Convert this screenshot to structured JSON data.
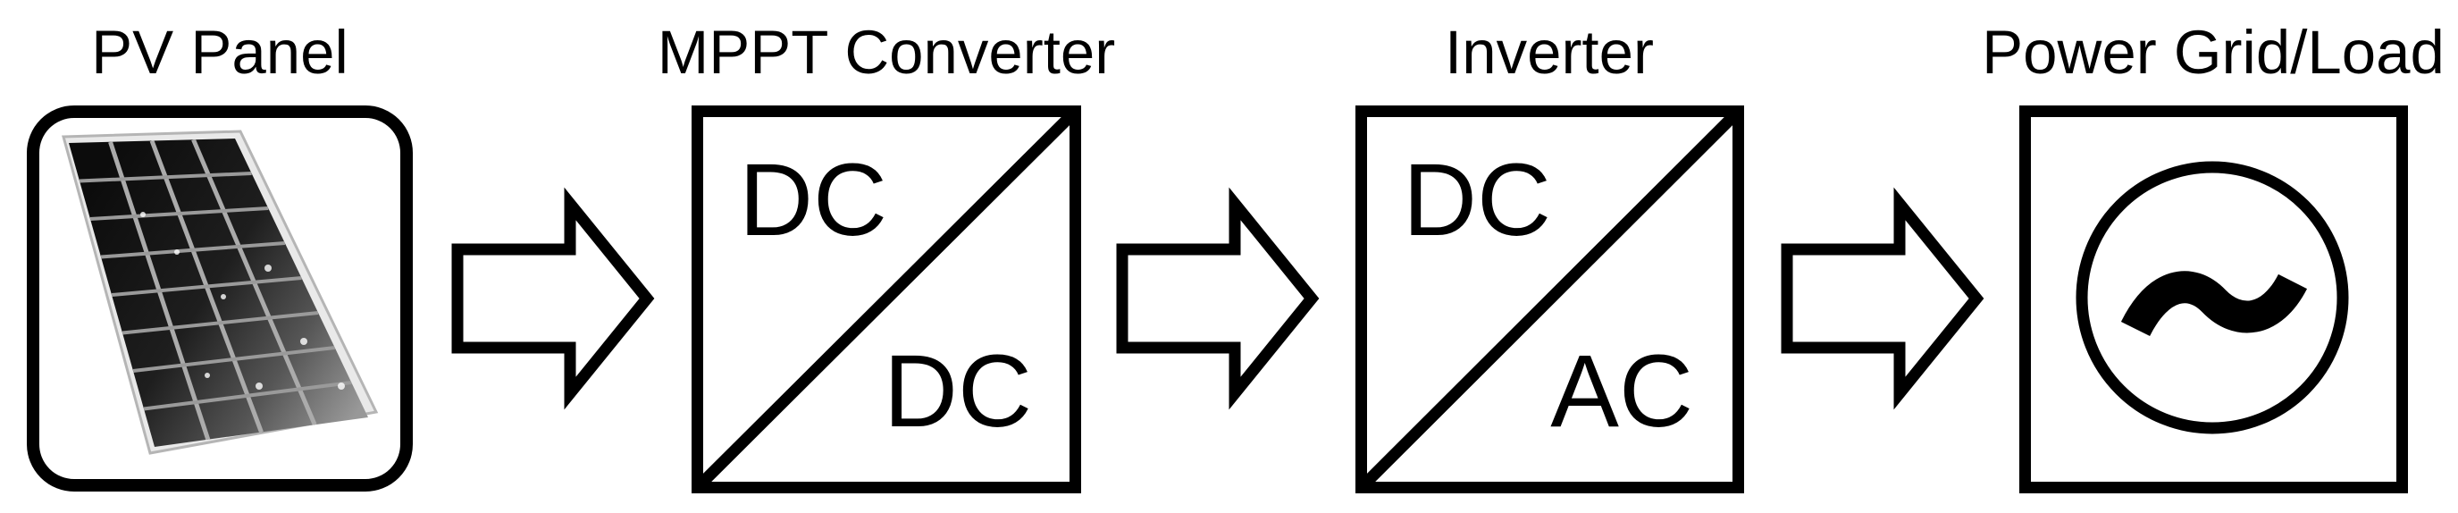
{
  "diagram": {
    "type": "block-flow-diagram",
    "background_color": "#ffffff",
    "line_color": "#000000",
    "blocks": [
      {
        "id": "pv-panel",
        "label": "PV Panel",
        "content": "solar-panel-photo"
      },
      {
        "id": "mppt-converter",
        "label": "MPPT Converter",
        "input": "DC",
        "output": "DC"
      },
      {
        "id": "inverter",
        "label": "Inverter",
        "input": "DC",
        "output": "AC"
      },
      {
        "id": "power-grid-load",
        "label": "Power Grid/Load",
        "symbol": "ac-sine-in-circle"
      }
    ],
    "arrows": [
      {
        "from": "pv-panel",
        "to": "mppt-converter",
        "direction": "right"
      },
      {
        "from": "mppt-converter",
        "to": "inverter",
        "direction": "right"
      },
      {
        "from": "inverter",
        "to": "power-grid-load",
        "direction": "right"
      }
    ]
  }
}
